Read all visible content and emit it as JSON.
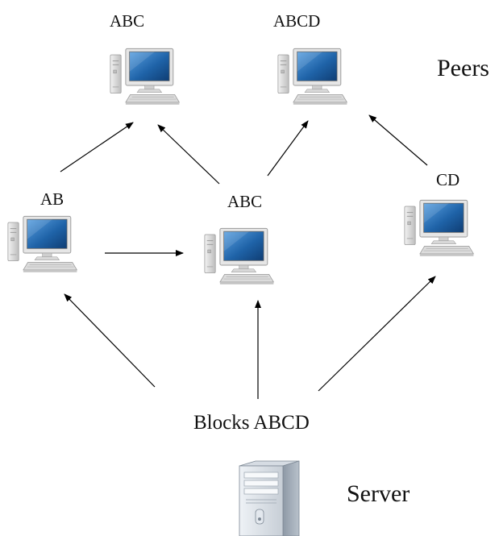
{
  "labels": {
    "peers": "Peers",
    "server": "Server",
    "blocks": "Blocks ABCD"
  },
  "peers": [
    {
      "id": "p1",
      "label": "ABC"
    },
    {
      "id": "p2",
      "label": "ABCD"
    },
    {
      "id": "p3",
      "label": "AB"
    },
    {
      "id": "p4",
      "label": "ABC"
    },
    {
      "id": "p5",
      "label": "CD"
    }
  ],
  "edges": [
    {
      "from": "p3",
      "to": "p1"
    },
    {
      "from": "p4",
      "to": "p1"
    },
    {
      "from": "p4",
      "to": "p2"
    },
    {
      "from": "p5",
      "to": "p2"
    },
    {
      "from": "p3",
      "to": "p4"
    },
    {
      "from": "server",
      "to": "p3"
    },
    {
      "from": "server",
      "to": "p4"
    },
    {
      "from": "server",
      "to": "p5"
    }
  ],
  "colors": {
    "screen": "#1f63a8",
    "case": "#d9d9d9",
    "arrow": "#000000",
    "text": "#111111"
  },
  "icons": {
    "peer": "desktop-computer-icon",
    "server": "server-tower-icon"
  }
}
